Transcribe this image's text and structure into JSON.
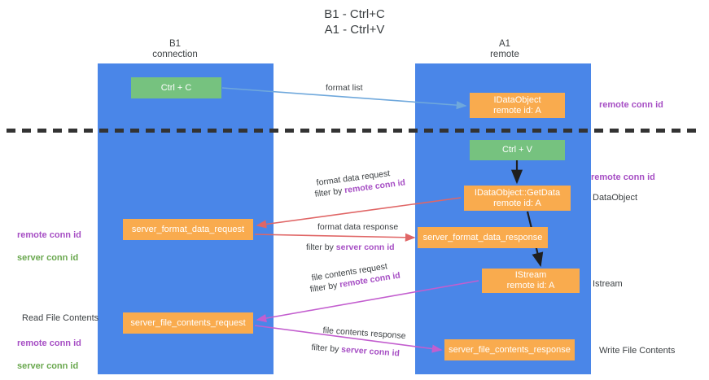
{
  "diagram": {
    "title": "B1 - Ctrl+C\nA1 - Ctrl+V",
    "colors": {
      "lane": "#4a86e8",
      "green_node": "#76c27f",
      "orange_node": "#f9ab4e",
      "purple_text": "#a64ec4",
      "green_text": "#6aa84f",
      "red_arrow": "#e06666",
      "blue_arrow": "#6fa8dc",
      "magenta_arrow": "#c35ecf",
      "black_arrow": "#1f1f1f",
      "divider": "#333333"
    },
    "columns": [
      {
        "id": "b1",
        "label": "B1\nconnection"
      },
      {
        "id": "a1",
        "label": "A1\nremote"
      }
    ],
    "nodes": [
      {
        "id": "ctrl_c",
        "label": "Ctrl + C",
        "type": "green"
      },
      {
        "id": "idataobject",
        "label": "IDataObject\nremote id: A",
        "type": "orange"
      },
      {
        "id": "ctrl_v",
        "label": "Ctrl + V",
        "type": "green"
      },
      {
        "id": "getdata",
        "label": "IDataObject::GetData\nremote id: A",
        "type": "orange"
      },
      {
        "id": "format_data_request",
        "label": "server_format_data_request",
        "type": "orange"
      },
      {
        "id": "format_data_response",
        "label": "server_format_data_response",
        "type": "orange"
      },
      {
        "id": "istream",
        "label": "IStream\nremote id: A",
        "type": "orange"
      },
      {
        "id": "file_contents_request",
        "label": "server_file_contents_request",
        "type": "orange"
      },
      {
        "id": "file_contents_response",
        "label": "server_file_contents_response",
        "type": "orange"
      }
    ],
    "edge_labels": {
      "format_list": "format list",
      "format_data_request": "format data request",
      "format_data_request_filter_prefix": "filter by ",
      "format_data_request_filter_key": "remote conn id",
      "format_data_response": "format data response",
      "format_data_response_filter_prefix": "filter by ",
      "format_data_response_filter_key": "server conn id",
      "file_contents_request": "file contents request",
      "file_contents_request_filter_prefix": "filter by ",
      "file_contents_request_filter_key": "remote conn id",
      "file_contents_response": "file contents response",
      "file_contents_response_filter_prefix": "filter by ",
      "file_contents_response_filter_key": "server conn id"
    },
    "annotations": {
      "remote_conn_id_top": "remote conn id",
      "remote_conn_id_mid": "remote conn id",
      "dataobject": "DataObject",
      "istream": "Istream",
      "write_file_contents": "Write File Contents",
      "read_file_contents": "Read File Contents",
      "left_keys_mid": {
        "remote": "remote conn id",
        "server": "server conn id"
      },
      "left_keys_bottom": {
        "remote": "remote conn id",
        "server": "server conn id"
      }
    }
  }
}
